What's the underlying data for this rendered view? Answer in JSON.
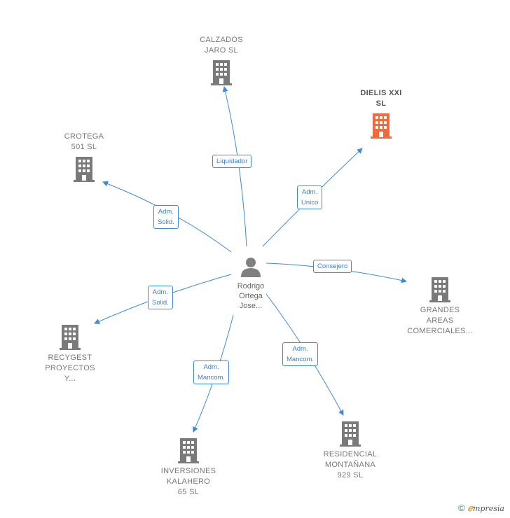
{
  "center": {
    "name": "Rodrigo\nOrtega\nJose..."
  },
  "nodes": [
    {
      "id": "calzados",
      "label": "CALZADOS\nJARO SL",
      "highlight": false
    },
    {
      "id": "dielis",
      "label": "DIELIS XXI\nSL",
      "highlight": true
    },
    {
      "id": "crotega",
      "label": "CROTEGA\n501 SL",
      "highlight": false
    },
    {
      "id": "grandes",
      "label": "GRANDES\nAREAS\nCOMERCIALES...",
      "highlight": false
    },
    {
      "id": "recygest",
      "label": "RECYGEST\nPROYECTOS\nY...",
      "highlight": false
    },
    {
      "id": "inversiones",
      "label": "INVERSIONES\nKALAHERO\n65  SL",
      "highlight": false
    },
    {
      "id": "residencial",
      "label": "RESIDENCIAL\nMONTAÑANA\n929  SL",
      "highlight": false
    }
  ],
  "edges": [
    {
      "to": "calzados",
      "label": "Liquidador"
    },
    {
      "to": "dielis",
      "label": "Adm.\nUnico"
    },
    {
      "to": "crotega",
      "label": "Adm.\nSolid."
    },
    {
      "to": "grandes",
      "label": "Consejero"
    },
    {
      "to": "recygest",
      "label": "Adm.\nSolid."
    },
    {
      "to": "inversiones",
      "label": "Adm.\nMancom."
    },
    {
      "to": "residencial",
      "label": "Adm.\nMancom."
    }
  ],
  "colors": {
    "edge": "#3d8bd8",
    "building": "#7a7a7a",
    "building_highlight": "#f06a3a",
    "person": "#808080"
  },
  "footer": {
    "copyright_symbol": "©",
    "brand_e": "ℯ",
    "brand_rest": "mpresia"
  }
}
